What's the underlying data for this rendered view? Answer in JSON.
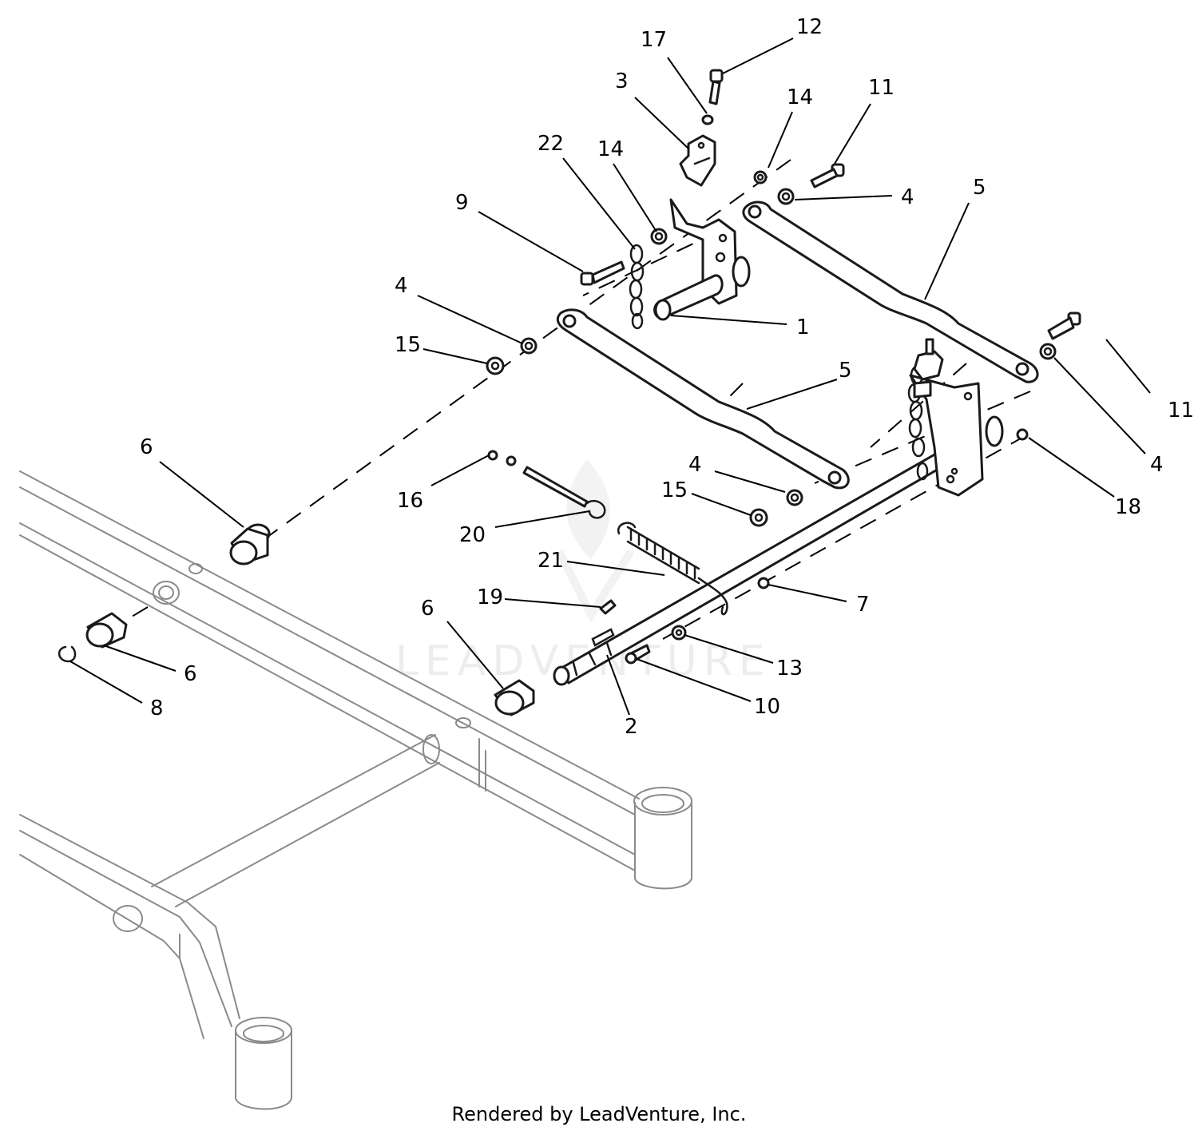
{
  "watermark": "LEADVENTURE",
  "footer": "Rendered by LeadVenture, Inc.",
  "callouts": [
    {
      "label": "17",
      "name": "callout-17"
    },
    {
      "label": "12",
      "name": "callout-12"
    },
    {
      "label": "3",
      "name": "callout-3"
    },
    {
      "label": "14",
      "name": "callout-14-top"
    },
    {
      "label": "11",
      "name": "callout-11-top"
    },
    {
      "label": "22",
      "name": "callout-22"
    },
    {
      "label": "14",
      "name": "callout-14-left"
    },
    {
      "label": "4",
      "name": "callout-4-top"
    },
    {
      "label": "5",
      "name": "callout-5-top"
    },
    {
      "label": "9",
      "name": "callout-9"
    },
    {
      "label": "4",
      "name": "callout-4-left"
    },
    {
      "label": "1",
      "name": "callout-1"
    },
    {
      "label": "15",
      "name": "callout-15-left"
    },
    {
      "label": "11",
      "name": "callout-11-right"
    },
    {
      "label": "5",
      "name": "callout-5-mid"
    },
    {
      "label": "6",
      "name": "callout-6-upper"
    },
    {
      "label": "4",
      "name": "callout-4-right"
    },
    {
      "label": "4",
      "name": "callout-4-mid"
    },
    {
      "label": "15",
      "name": "callout-15-mid"
    },
    {
      "label": "16",
      "name": "callout-16"
    },
    {
      "label": "18",
      "name": "callout-18"
    },
    {
      "label": "20",
      "name": "callout-20"
    },
    {
      "label": "21",
      "name": "callout-21"
    },
    {
      "label": "19",
      "name": "callout-19"
    },
    {
      "label": "6",
      "name": "callout-6-lower"
    },
    {
      "label": "7",
      "name": "callout-7"
    },
    {
      "label": "6",
      "name": "callout-6-left"
    },
    {
      "label": "13",
      "name": "callout-13"
    },
    {
      "label": "8",
      "name": "callout-8"
    },
    {
      "label": "10",
      "name": "callout-10"
    },
    {
      "label": "2",
      "name": "callout-2"
    }
  ]
}
